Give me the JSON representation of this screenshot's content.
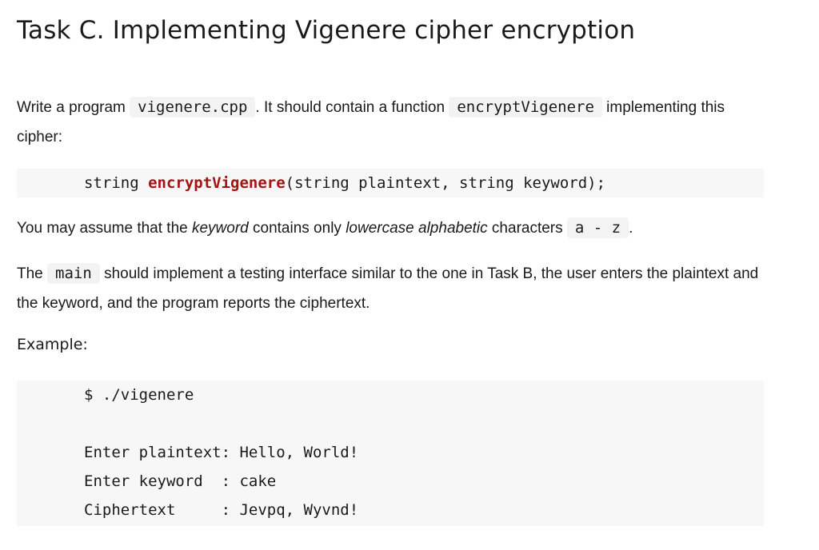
{
  "heading": "Task C. Implementing Vigenere cipher encryption",
  "para1": {
    "t1": "Write a program ",
    "code1": "vigenere.cpp",
    "t2": ". It should contain a function ",
    "code2": "encryptVigenere",
    "t3": " implementing this cipher:"
  },
  "signature": {
    "return_type": "string ",
    "fn_name": "encryptVigenere",
    "params": "(string plaintext, string keyword);"
  },
  "para2": {
    "t1": "You may assume that the ",
    "em1": "keyword",
    "t2": " contains only ",
    "em2": "lowercase alphabetic",
    "t3": " characters ",
    "code1": "a - z",
    "t4": "."
  },
  "para3": {
    "t1": "The ",
    "code1": "main",
    "t2": " should implement a testing interface similar to the one in Task B, the user enters the plaintext and the keyword, and the program reports the ciphertext."
  },
  "example_label": "Example:",
  "example": {
    "cmd": "$ ./vigenere",
    "line_plaintext": "Enter plaintext: Hello, World!",
    "line_keyword": "Enter keyword  : cake",
    "line_cipher": "Ciphertext     : Jevpq, Wyvnd!"
  }
}
